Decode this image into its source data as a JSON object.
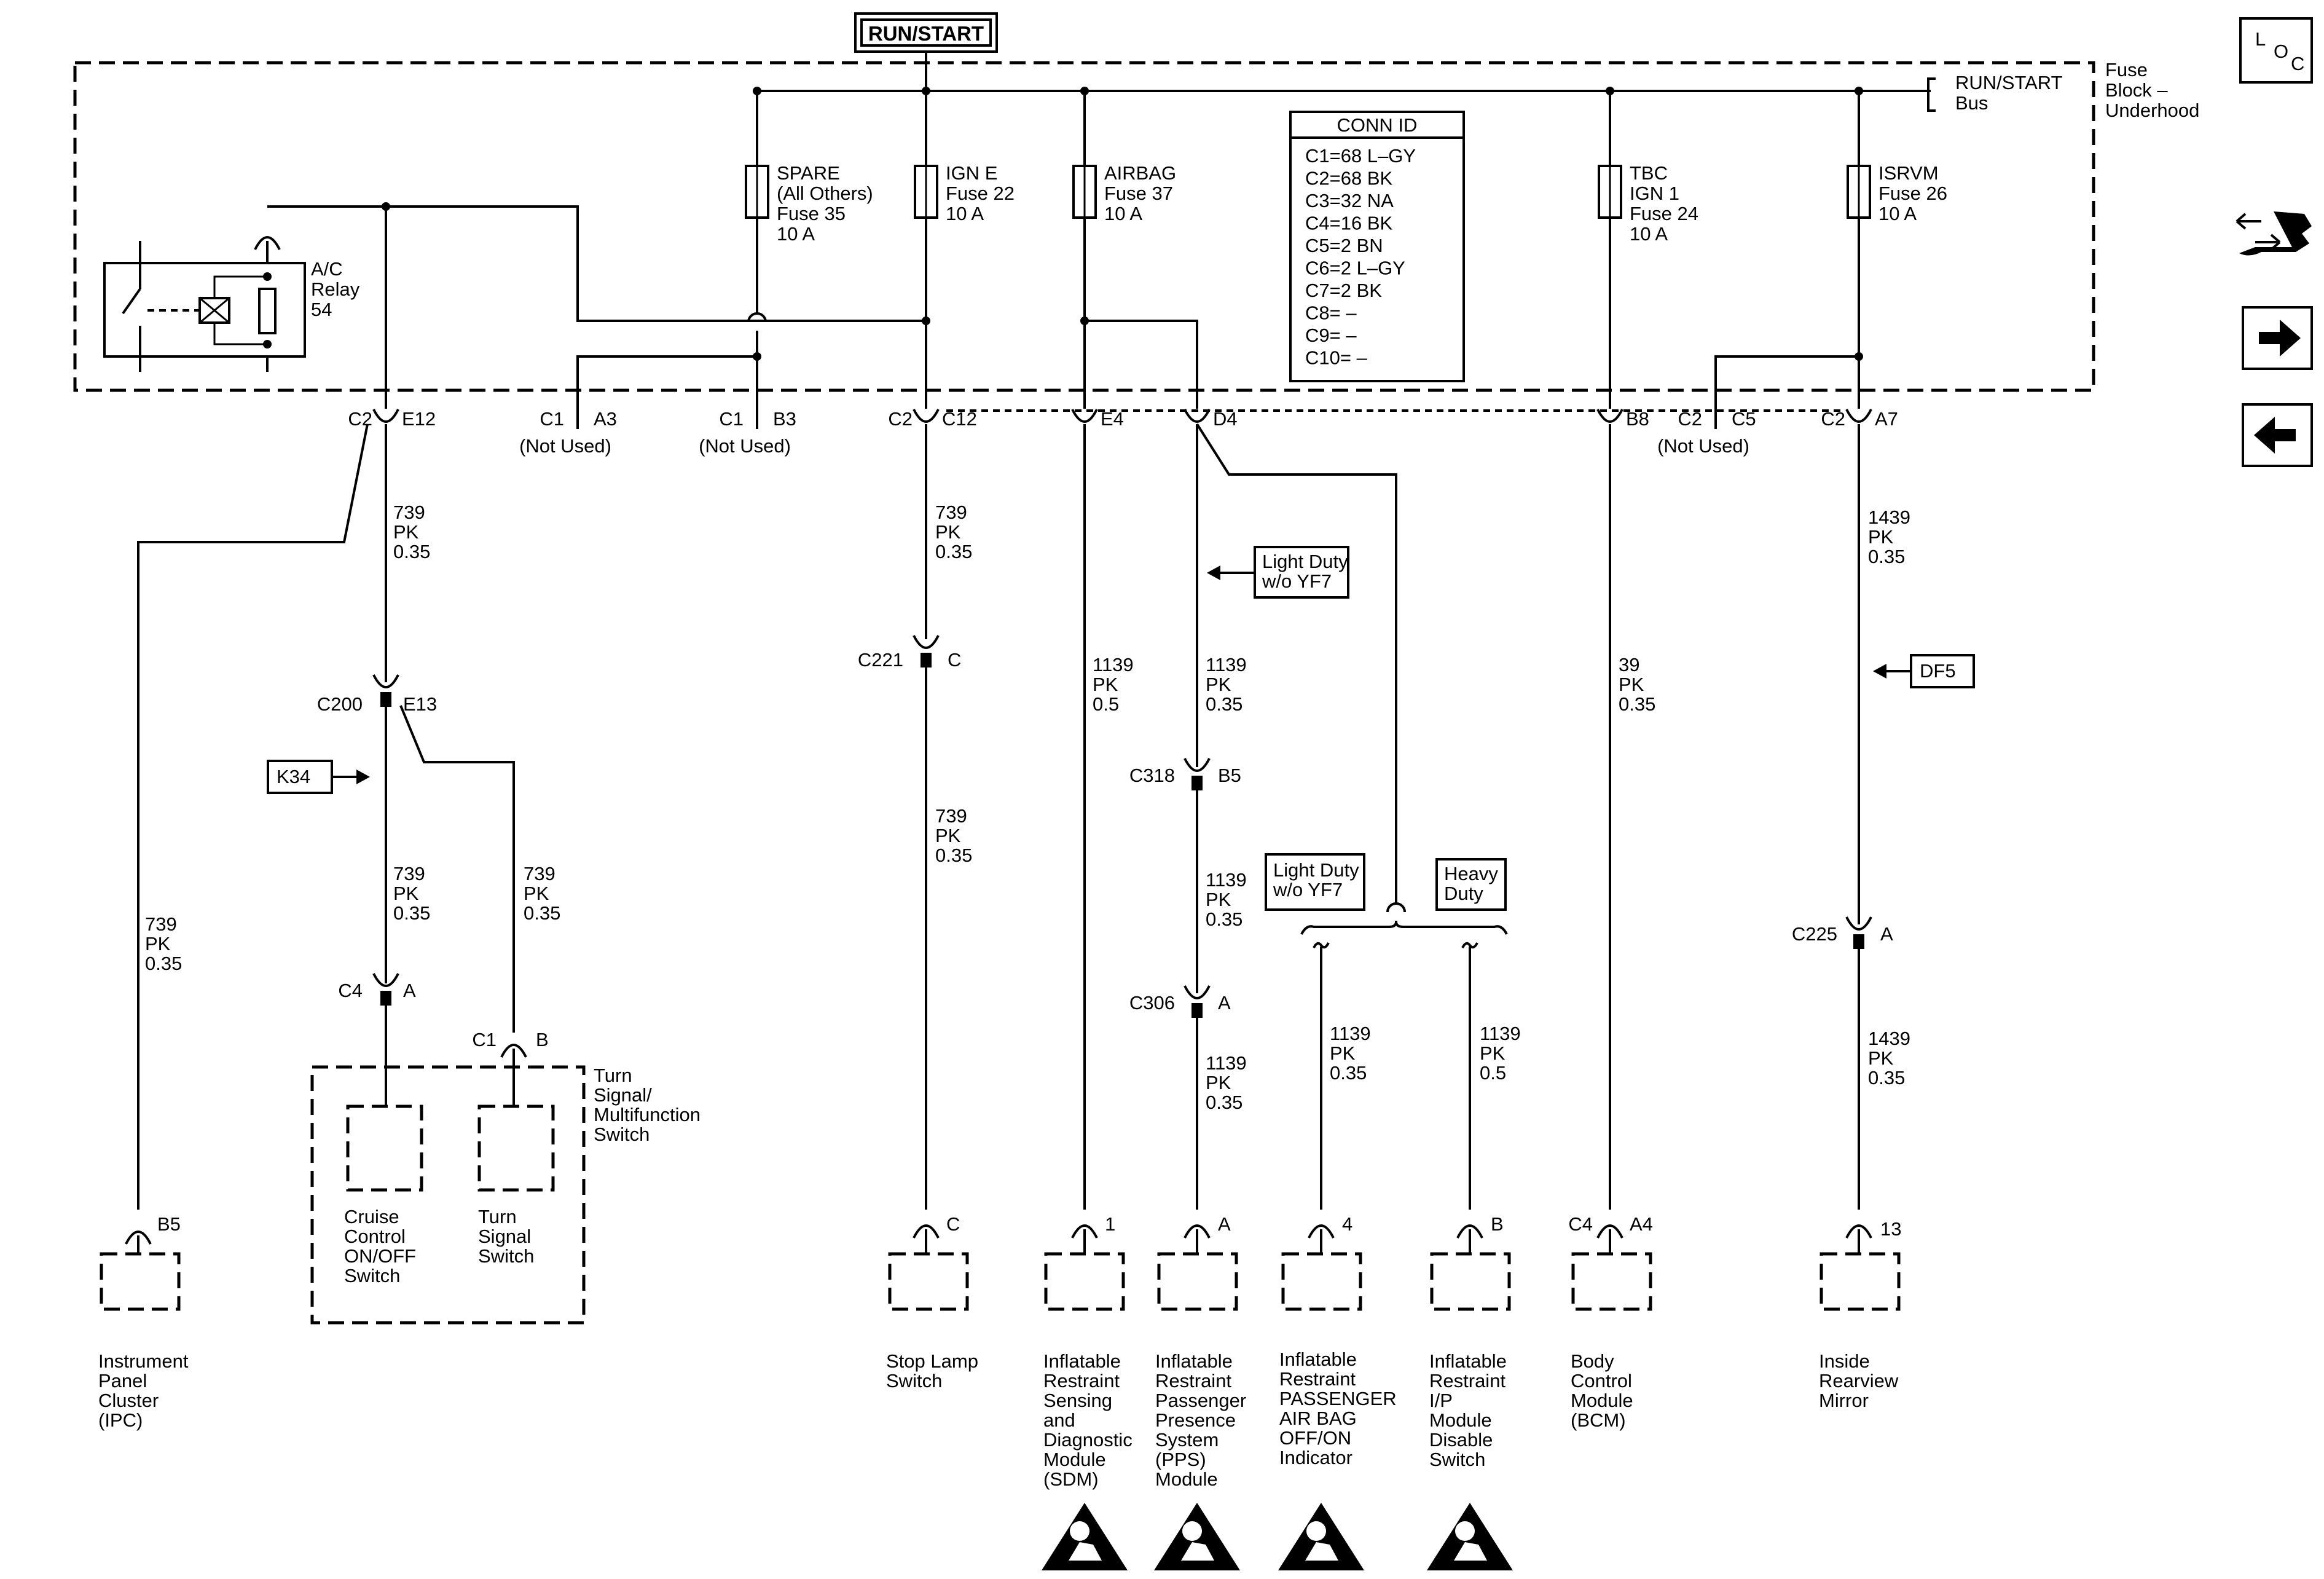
{
  "feed": "RUN/START",
  "fuse_block": {
    "label": [
      "Fuse",
      "Block –",
      "Underhood"
    ],
    "bus_label": [
      "RUN/START",
      "Bus"
    ]
  },
  "fuses": [
    {
      "name": "SPARE",
      "lines": [
        "SPARE",
        "(All Others)",
        "Fuse 35",
        "10 A"
      ]
    },
    {
      "name": "IGN E",
      "lines": [
        "IGN E",
        "Fuse 22",
        "10 A"
      ]
    },
    {
      "name": "AIRBAG",
      "lines": [
        "AIRBAG",
        "Fuse 37",
        "10 A"
      ]
    },
    {
      "name": "TBC",
      "lines": [
        "TBC",
        "IGN 1",
        "Fuse 24",
        "10 A"
      ]
    },
    {
      "name": "ISRVM",
      "lines": [
        "ISRVM",
        "Fuse 26",
        "10 A"
      ]
    }
  ],
  "relay": {
    "lines": [
      "A/C",
      "Relay",
      "54"
    ]
  },
  "conn_id": {
    "title": "CONN ID",
    "rows": [
      "C1=68 L–GY",
      "C2=68 BK",
      "C3=32 NA",
      "C4=16 BK",
      "C5=2 BN",
      "C6=2 L–GY",
      "C7=2 BK",
      "C8= –",
      "C9= –",
      "C10= –"
    ]
  },
  "terminals": [
    {
      "conn": "C2",
      "pin": "E12"
    },
    {
      "conn": "C1",
      "pin": "A3",
      "note": "(Not Used)"
    },
    {
      "conn": "C1",
      "pin": "B3",
      "note": "(Not Used)"
    },
    {
      "conn": "C2",
      "pin": "C12"
    },
    {
      "conn": "",
      "pin": "E4"
    },
    {
      "conn": "",
      "pin": "D4"
    },
    {
      "conn": "",
      "pin": "B8"
    },
    {
      "conn": "C2",
      "pin": "C5",
      "note": "(Not Used)"
    },
    {
      "conn": "C2",
      "pin": "A7"
    }
  ],
  "wires": [
    {
      "circuit": "739",
      "color": "PK",
      "gauge": "0.35"
    },
    {
      "circuit": "1139",
      "color": "PK",
      "gauge": "0.5"
    },
    {
      "circuit": "1139",
      "color": "PK",
      "gauge": "0.35"
    },
    {
      "circuit": "39",
      "color": "PK",
      "gauge": "0.35"
    },
    {
      "circuit": "1439",
      "color": "PK",
      "gauge": "0.35"
    }
  ],
  "inline_connectors": [
    {
      "conn": "C200",
      "pin": "E13"
    },
    {
      "conn": "C221",
      "pin": "C"
    },
    {
      "conn": "C318",
      "pin": "B5"
    },
    {
      "conn": "C306",
      "pin": "A"
    },
    {
      "conn": "C225",
      "pin": "A"
    }
  ],
  "options": [
    {
      "code": "K34"
    },
    {
      "code": "DF5"
    },
    {
      "lines": [
        "Light Duty",
        "w/o YF7"
      ]
    },
    {
      "lines": [
        "Heavy",
        "Duty"
      ]
    }
  ],
  "turn_switch": {
    "title": [
      "Turn",
      "Signal/",
      "Multifunction",
      "Switch"
    ],
    "pins": [
      {
        "conn": "C4",
        "pin": "A"
      },
      {
        "conn": "C1",
        "pin": "B"
      }
    ],
    "cruise": [
      "Cruise",
      "Control",
      "ON/OFF",
      "Switch"
    ],
    "turn": [
      "Turn",
      "Signal",
      "Switch"
    ]
  },
  "components": [
    {
      "pin": "B5",
      "conn": "",
      "lines": [
        "Instrument",
        "Panel",
        "Cluster",
        "(IPC)"
      ]
    },
    {
      "pin": "C",
      "conn": "",
      "lines": [
        "Stop Lamp",
        "Switch"
      ]
    },
    {
      "pin": "1",
      "conn": "",
      "lines": [
        "Inflatable",
        "Restraint",
        "Sensing",
        "and",
        "Diagnostic",
        "Module",
        "(SDM)"
      ]
    },
    {
      "pin": "A",
      "conn": "",
      "lines": [
        "Inflatable",
        "Restraint",
        "Passenger",
        "Presence",
        "System",
        "(PPS)",
        "Module"
      ]
    },
    {
      "pin": "4",
      "conn": "",
      "lines": [
        "Inflatable",
        "Restraint",
        "PASSENGER",
        "AIR BAG",
        "OFF/ON",
        "Indicator"
      ]
    },
    {
      "pin": "B",
      "conn": "",
      "lines": [
        "Inflatable",
        "Restraint",
        "I/P",
        "Module",
        "Disable",
        "Switch"
      ]
    },
    {
      "pin": "A4",
      "conn": "C4",
      "lines": [
        "Body",
        "Control",
        "Module",
        "(BCM)"
      ]
    },
    {
      "pin": "13",
      "conn": "",
      "lines": [
        "Inside",
        "Rearview",
        "Mirror"
      ]
    }
  ],
  "nav": {
    "loc": [
      "L",
      "O",
      "C"
    ],
    "tools_icon": "connector-tools-icon",
    "next_icon": "arrow-right-icon",
    "prev_icon": "arrow-left-icon"
  }
}
